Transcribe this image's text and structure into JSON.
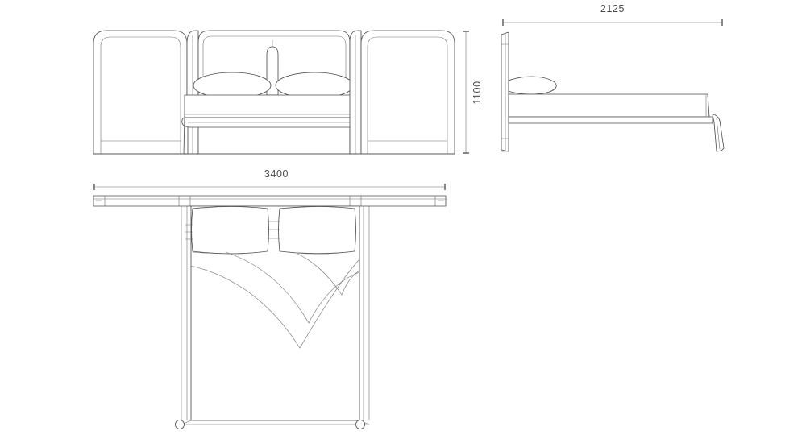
{
  "drawing": {
    "title": "Bed technical drawing - orthographic views",
    "line_color": "#4f4f4f",
    "thin_line_color": "#6e6e6e",
    "dimension_color": "#8a8a8a",
    "text_color": "#4a4a4a",
    "background_color": "#ffffff"
  },
  "dimensions": {
    "width": {
      "label": "3400",
      "view": "plan-view",
      "orientation": "horizontal"
    },
    "depth": {
      "label": "2125",
      "view": "side-elevation",
      "orientation": "horizontal"
    },
    "height": {
      "label": "1100",
      "view": "front-elevation",
      "orientation": "vertical"
    }
  },
  "views": {
    "front_elevation": {
      "name": "front-elevation",
      "parts": [
        "left-side-panel",
        "headboard-panel",
        "left-pillow",
        "right-pillow",
        "center-post",
        "mattress",
        "bed-base",
        "right-side-panel"
      ]
    },
    "side_elevation": {
      "name": "side-elevation",
      "parts": [
        "headboard-panel-profile",
        "pillow-profile",
        "mattress-profile",
        "bed-frame-rail",
        "foot-leg"
      ]
    },
    "plan_view": {
      "name": "plan-view",
      "parts": [
        "headboard-bar",
        "left-pillow",
        "right-pillow",
        "duvet",
        "duvet-fold",
        "mattress-outline",
        "left-foot",
        "right-foot"
      ]
    }
  }
}
